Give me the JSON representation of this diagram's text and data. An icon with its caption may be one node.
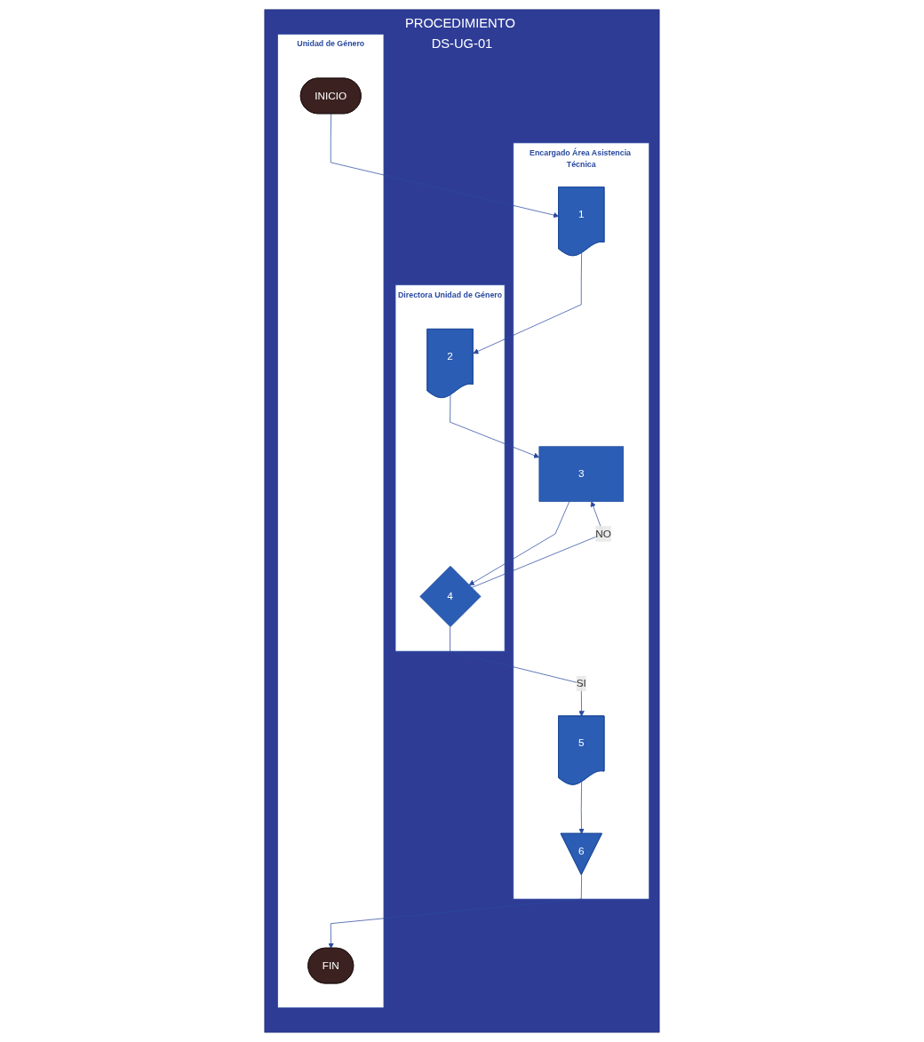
{
  "diagram": {
    "nodes": [
      {
        "text": [
          "PROCEDIMIENTO DS-UG-01"
        ]
      },
      {
        "text": [
          "Unidad de Género"
        ],
        "in": 0
      },
      {
        "text": [
          "Encargado Área Asistencia Técnica"
        ],
        "in": 0
      },
      {
        "text": [
          "Directora Unidad de Género"
        ],
        "in": 0
      },
      {
        "text": [
          "INICIO"
        ],
        "in": 1
      },
      {
        "text": [
          "1"
        ],
        "in": 2
      },
      {
        "text": [
          "2"
        ],
        "in": 3
      },
      {
        "text": [
          "3"
        ],
        "in": 2
      },
      {
        "text": [
          "4"
        ],
        "in": 3
      },
      {
        "text": [
          "5"
        ],
        "in": 2
      },
      {
        "text": [
          "6"
        ],
        "in": 2
      },
      {
        "text": [
          "FIN"
        ],
        "in": 1
      }
    ],
    "edges": [
      {
        "from": 4,
        "to": 5,
        "arrow": "to"
      },
      {
        "from": 5,
        "to": 6,
        "arrow": "to"
      },
      {
        "from": 6,
        "to": 7,
        "arrow": "to"
      },
      {
        "from": 7,
        "to": 8,
        "arrow": "to"
      },
      {
        "from": 8,
        "to": 7,
        "label": "NO",
        "arrow": "to"
      },
      {
        "from": 8,
        "to": 9,
        "label": "SI",
        "arrow": "to"
      },
      {
        "from": 9,
        "to": 10,
        "arrow": "to"
      },
      {
        "from": 10,
        "to": 11,
        "arrow": "to"
      }
    ]
  }
}
